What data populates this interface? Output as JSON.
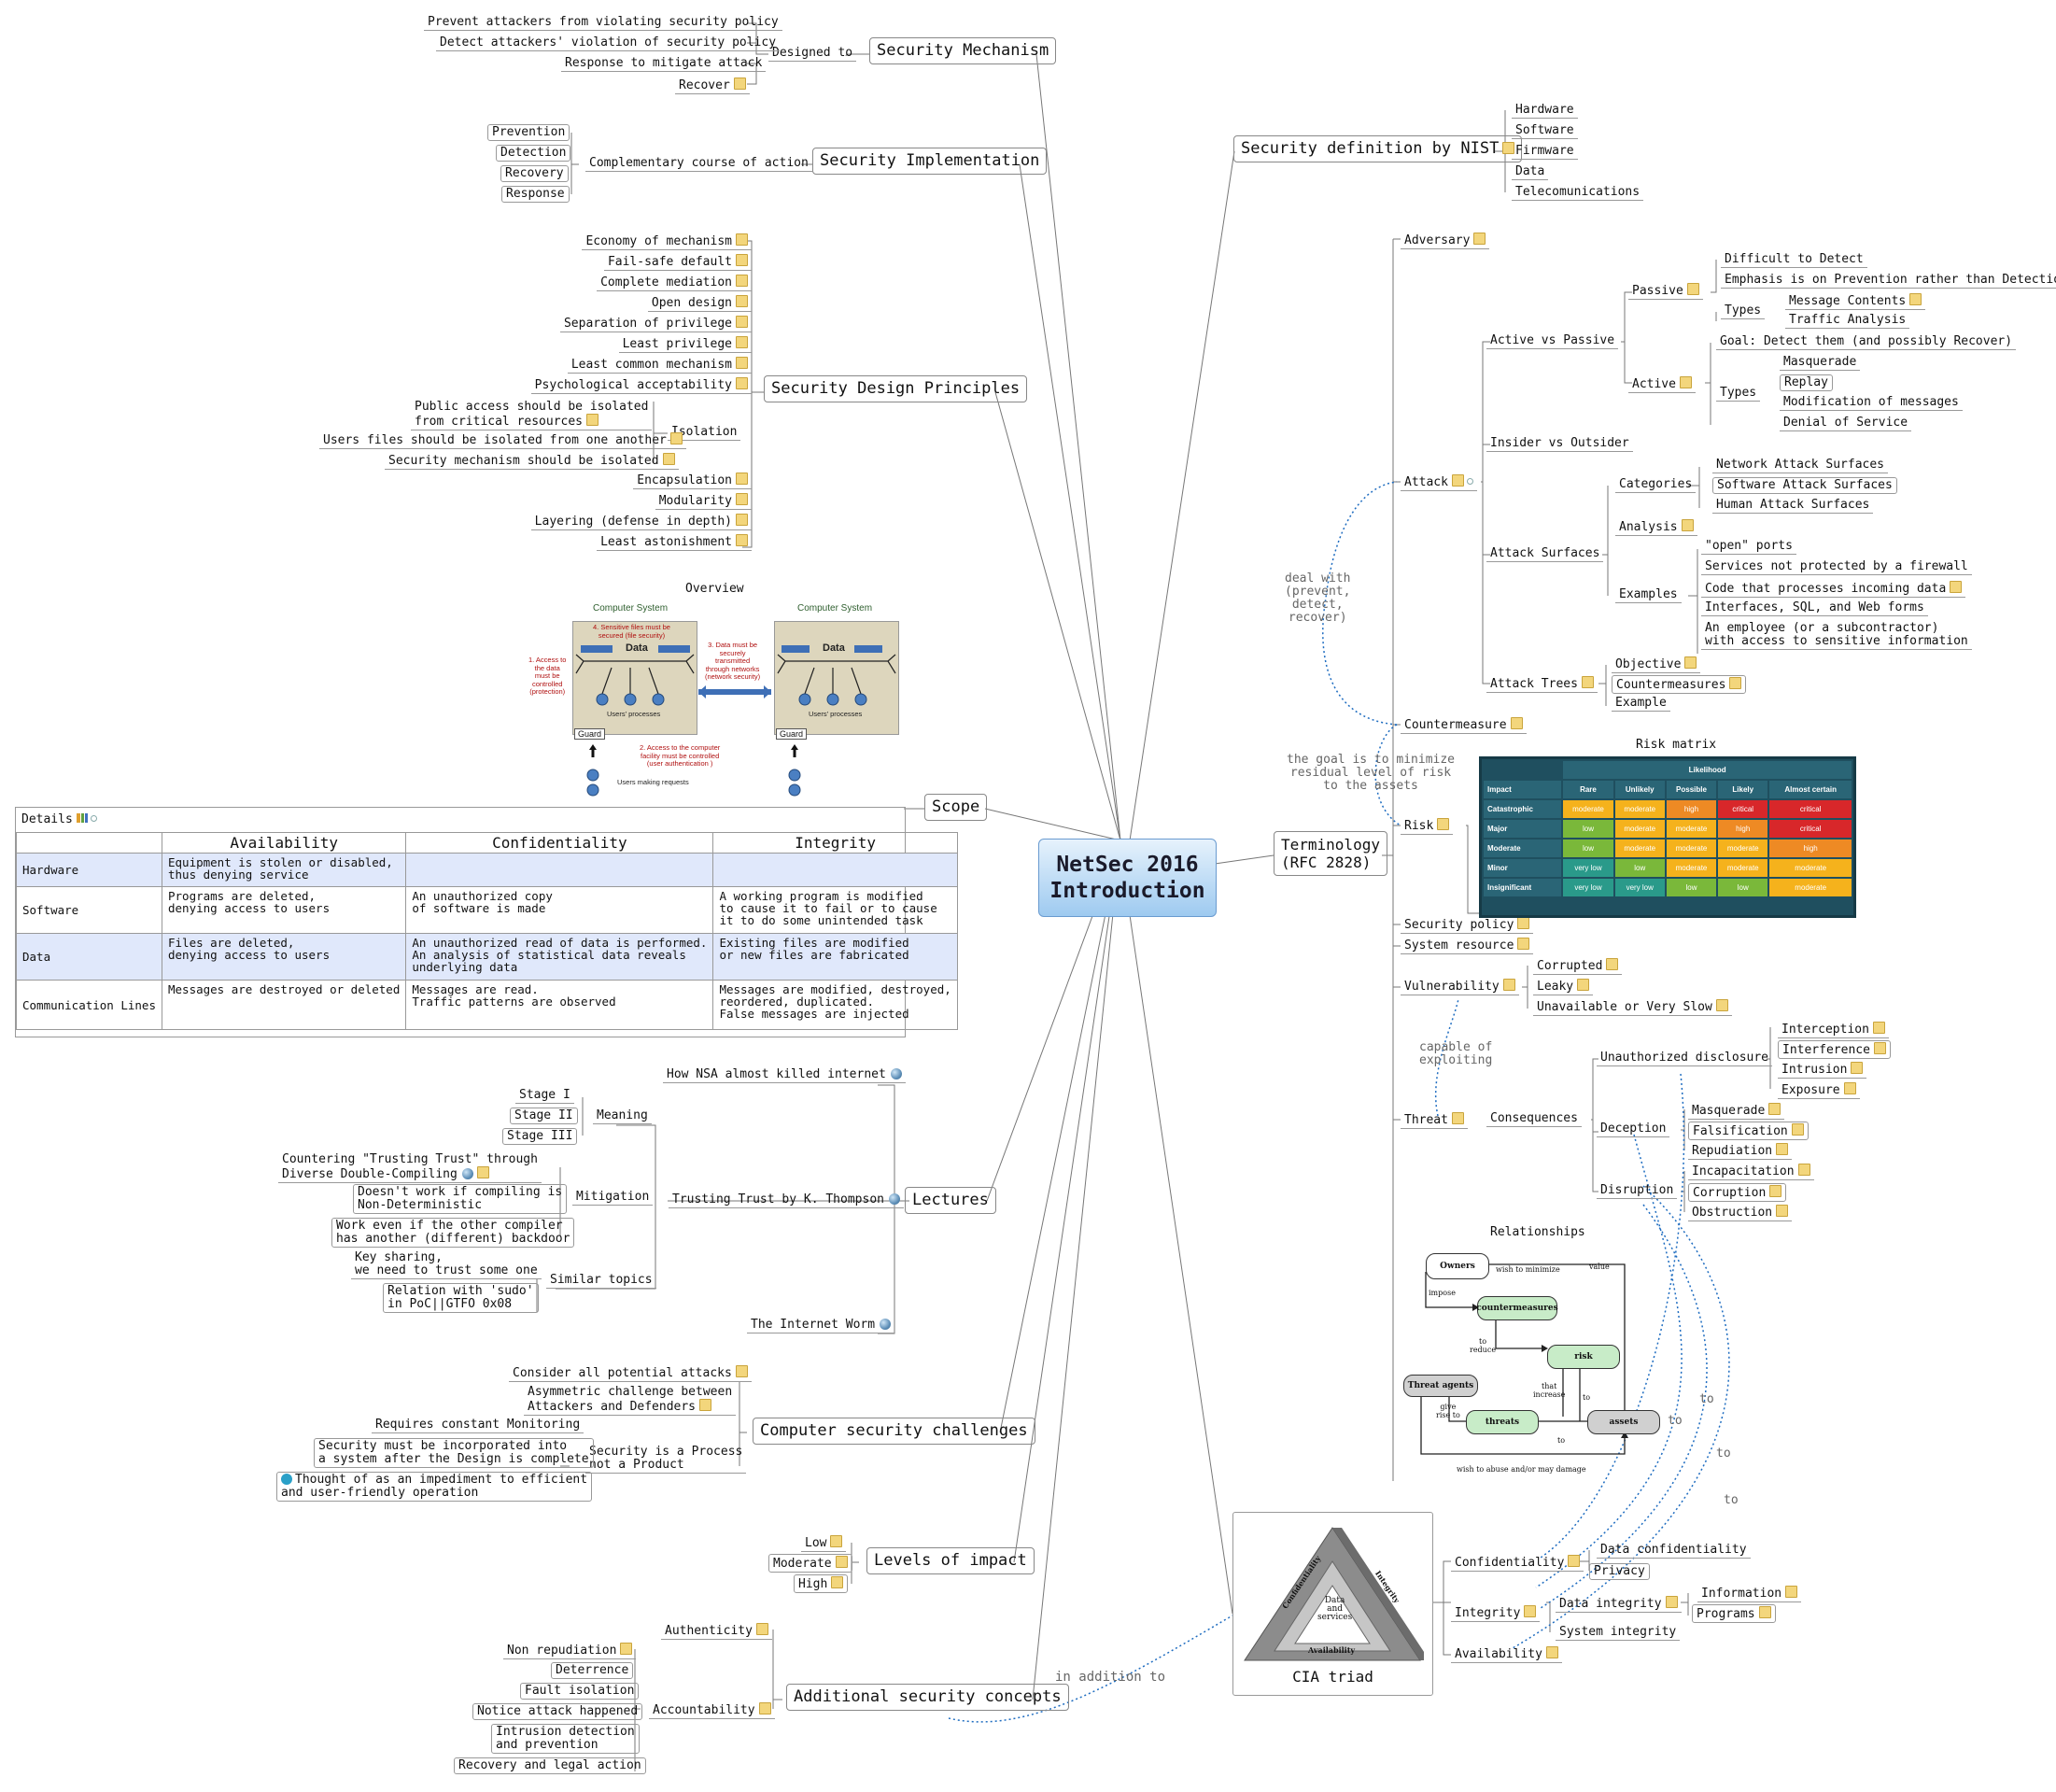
{
  "central": {
    "line1": "NetSec 2016",
    "line2": "Introduction"
  },
  "mechanism": {
    "title": "Security Mechanism",
    "designed": "Designed to",
    "items": [
      "Prevent attackers from violating security policy",
      "Detect attackers' violation of security policy",
      "Response to mitigate attack",
      "Recover"
    ]
  },
  "implementation": {
    "title": "Security Implementation",
    "course": "Complementary course of action",
    "items": [
      "Prevention",
      "Detection",
      "Recovery",
      "Response"
    ]
  },
  "principles": {
    "title": "Security Design Principles",
    "items": [
      "Economy of mechanism",
      "Fail-safe default",
      "Complete mediation",
      "Open design",
      "Separation of privilege",
      "Least privilege",
      "Least common mechanism",
      "Psychological acceptability"
    ],
    "isolation": "Isolation",
    "isolation_items": [
      "Public access should be isolated\nfrom critical resources",
      "Users files should be isolated from one another",
      "Security mechanism should be isolated"
    ],
    "tail": [
      "Encapsulation",
      "Modularity",
      "Layering (defense in depth)",
      "Least astonishment"
    ]
  },
  "scope": {
    "title": "Scope",
    "overview": {
      "caption": "Overview",
      "sys": "Computer System",
      "data": "Data",
      "procs": "Users' processes",
      "guard": "Guard",
      "n1": "1. Access to\nthe data\nmust be\ncontrolled\n(protection)",
      "n2": "2. Access to the computer\nfacility must be controlled\n(user authentication )",
      "n3": "3. Data must be\nsecurely\ntransmitted\nthrough networks\n(network security)",
      "n4": "4. Sensitive files must be\nsecured (file security)",
      "users": "Users making requests"
    },
    "details": {
      "label": "Details",
      "headers": [
        "Availability",
        "Confidentiality",
        "Integrity"
      ],
      "rows": [
        {
          "name": "Hardware",
          "cells": [
            "Equipment is stolen or disabled,\nthus denying service",
            "",
            ""
          ]
        },
        {
          "name": "Software",
          "cells": [
            "Programs are deleted,\ndenying access to users",
            "An unauthorized copy\nof software is made",
            "A working program is modified\nto cause it to fail or to cause\nit to do some unintended task"
          ]
        },
        {
          "name": "Data",
          "cells": [
            "Files are deleted,\ndenying access to users",
            "An unauthorized read of data is performed.\nAn analysis of statistical data reveals\nunderlying data",
            "Existing files are modified\nor new files are fabricated"
          ]
        },
        {
          "name": "Communication Lines",
          "cells": [
            "Messages are destroyed or deleted",
            "Messages are read.\nTraffic patterns are observed",
            "Messages are modified, destroyed,\nreordered, duplicated.\nFalse messages are injected"
          ]
        }
      ]
    }
  },
  "lectures": {
    "title": "Lectures",
    "nsa": "How NSA almost killed internet",
    "trusting": "Trusting Trust by K. Thompson",
    "worm": "The Internet Worm",
    "meaning": "Meaning",
    "stages": [
      "Stage I",
      "Stage II",
      "Stage III"
    ],
    "mitigation": "Mitigation",
    "mit_items": [
      "Countering \"Trusting Trust\" through\nDiverse Double-Compiling",
      "Doesn't work if compiling is\nNon-Deterministic",
      "Work even if the other compiler\nhas another (different) backdoor"
    ],
    "similar": "Similar topics",
    "sim_items": [
      "Key sharing,\nwe need to trust some one",
      "Relation with 'sudo'\nin PoC||GTFO 0x08"
    ]
  },
  "challenges": {
    "title": "Computer security challenges",
    "items": [
      "Consider all potential attacks",
      "Asymmetric challenge between\nAttackers and Defenders"
    ],
    "process": "Security is a Process\nnot a Product",
    "process_items": [
      "Requires constant Monitoring",
      "Security must be incorporated into\na system after the Design is complete",
      "Thought of as an impediment to efficient\nand user-friendly operation"
    ]
  },
  "impact": {
    "title": "Levels of impact",
    "items": [
      "Low",
      "Moderate",
      "High"
    ]
  },
  "additional": {
    "title": "Additional security concepts",
    "authenticity": "Authenticity",
    "accountability": "Accountability",
    "acc_items": [
      "Non repudiation",
      "Deterrence",
      "Fault isolation",
      "Notice attack happened",
      "Intrusion detection\nand prevention",
      "Recovery and legal action"
    ],
    "link": "in addition to"
  },
  "nist": {
    "title": "Security definition by NIST",
    "items": [
      "Hardware",
      "Software",
      "Firmware",
      "Data",
      "Telecomunications"
    ]
  },
  "terminology": {
    "title": "Terminology\n(RFC 2828)",
    "adversary": "Adversary",
    "attack": "Attack",
    "avp": "Active vs Passive",
    "passive": "Passive",
    "passive_items": [
      "Difficult to Detect",
      "Emphasis is on Prevention rather than Detection"
    ],
    "types": "Types",
    "passive_types": [
      "Message Contents",
      "Traffic Analysis"
    ],
    "active": "Active",
    "active_goal": "Goal: Detect them (and possibly Recover)",
    "active_types": [
      "Masquerade",
      "Replay",
      "Modification of messages",
      "Denial of Service"
    ],
    "insider": "Insider vs Outsider",
    "surfaces": "Attack Surfaces",
    "categories": "Categories",
    "cat_items": [
      "Network Attack Surfaces",
      "Software Attack Surfaces",
      "Human Attack Surfaces"
    ],
    "analysis": "Analysis",
    "examples": "Examples",
    "ex_items": [
      "\"open\" ports",
      "Services not protected by a firewall",
      "Code that processes incoming data",
      "Interfaces, SQL, and Web forms",
      "An employee (or a subcontractor)\nwith access to sensitive information"
    ],
    "trees": "Attack Trees",
    "tree_items": [
      "Objective",
      "Countermeasures",
      "Example"
    ],
    "countermeasure": "Countermeasure",
    "deal": "deal with\n(prevent,\ndetect,\nrecover)",
    "goal": "the goal is to minimize\nresidual level of risk\nto the assets",
    "risk": "Risk",
    "policy": "Security policy",
    "resource": "System resource",
    "vuln": "Vulnerability",
    "vuln_items": [
      "Corrupted",
      "Leaky",
      "Unavailable or Very Slow"
    ],
    "capable": "capable of\nexploiting",
    "threat": "Threat",
    "consequences": "Consequences",
    "disclosure": "Unauthorized disclosure",
    "disc_items": [
      "Interception",
      "Interference",
      "Intrusion",
      "Exposure"
    ],
    "deception": "Deception",
    "dec_items": [
      "Masquerade",
      "Falsification",
      "Repudiation"
    ],
    "disruption": "Disruption",
    "dis_items": [
      "Incapacitation",
      "Corruption",
      "Obstruction"
    ],
    "to": "to"
  },
  "riskmatrix": {
    "caption": "Risk matrix",
    "likelihood": "Likelihood",
    "impact": "Impact",
    "cols": [
      "Rare",
      "Unlikely",
      "Possible",
      "Likely",
      "Almost certain"
    ],
    "rows": [
      {
        "name": "Catastrophic",
        "vals": [
          "moderate",
          "moderate",
          "high",
          "critical",
          "critical"
        ]
      },
      {
        "name": "Major",
        "vals": [
          "low",
          "moderate",
          "moderate",
          "high",
          "critical"
        ]
      },
      {
        "name": "Moderate",
        "vals": [
          "low",
          "moderate",
          "moderate",
          "moderate",
          "high"
        ]
      },
      {
        "name": "Minor",
        "vals": [
          "very low",
          "low",
          "moderate",
          "moderate",
          "moderate"
        ]
      },
      {
        "name": "Insignificant",
        "vals": [
          "very low",
          "very low",
          "low",
          "low",
          "moderate"
        ]
      }
    ],
    "colors": {
      "very low": "#2a9a8a",
      "low": "#7ab83a",
      "moderate": "#f5b21c",
      "high": "#ee8a24",
      "critical": "#d8272a"
    }
  },
  "relationships": {
    "caption": "Relationships",
    "owners": "Owners",
    "counter": "countermeasures",
    "risk": "risk",
    "agents": "Threat agents",
    "threats": "threats",
    "assets": "assets",
    "wish": "wish to minimize",
    "value": "value",
    "impose": "impose",
    "reduce": "to\nreduce",
    "increase": "that\nincrease",
    "to": "to",
    "give": "give\nrise to",
    "abuse": "wish to abuse and/or may damage"
  },
  "cia": {
    "title": "CIA triad",
    "inner": "Data\nand\nservices",
    "c": "Confidentiality",
    "i": "Integrity",
    "a": "Availability",
    "conf_items": [
      "Data confidentiality",
      "Privacy"
    ],
    "data_integrity": "Data integrity",
    "di_items": [
      "Information",
      "Programs"
    ],
    "system_integrity": "System integrity"
  }
}
